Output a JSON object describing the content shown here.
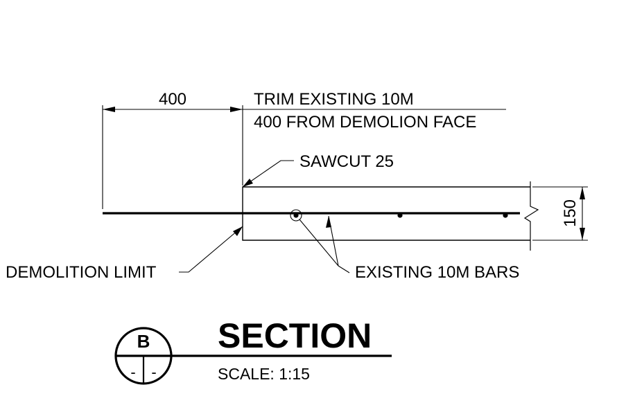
{
  "dimensions": {
    "top_length": "400",
    "depth": "150"
  },
  "notes": {
    "trim_line1": "TRIM EXISTING 10M",
    "trim_line2": "400 FROM DEMOLION FACE",
    "sawcut": "SAWCUT 25",
    "demolition_limit": "DEMOLITION LIMIT",
    "existing_bars": "EXISTING 10M BARS"
  },
  "title_block": {
    "title": "SECTION",
    "scale": "SCALE: 1:15",
    "bubble_letter": "B",
    "bubble_sheet_left": "-",
    "bubble_sheet_right": "-"
  },
  "colors": {
    "ink": "#000000",
    "background": "#ffffff"
  }
}
